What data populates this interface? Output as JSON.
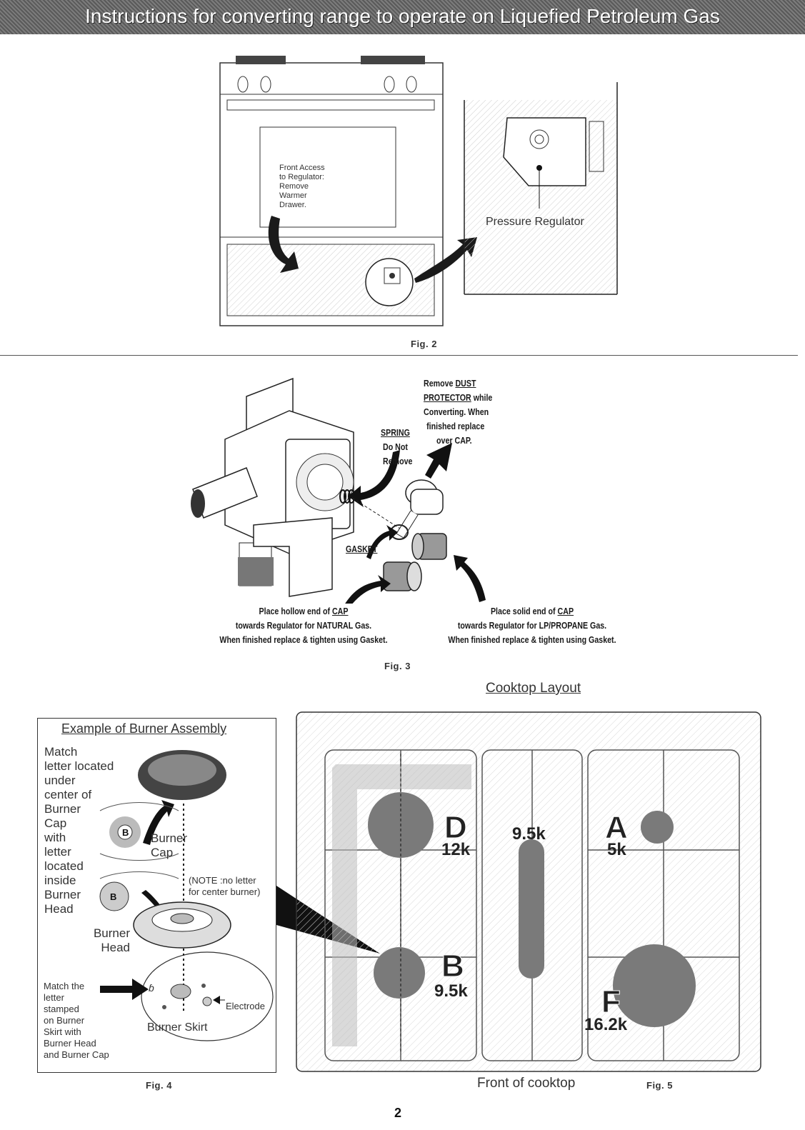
{
  "title": "Instructions for converting range to operate on Liquefied Petroleum Gas",
  "fig2": {
    "front_access_lines": [
      "Front Access",
      "to Regulator:",
      "Remove",
      "Warmer",
      "Drawer."
    ],
    "pressure_regulator": "Pressure Regulator",
    "caption": "Fig. 2"
  },
  "fig3": {
    "dust_lines": [
      "Remove ",
      "DUST",
      "PROTECTOR",
      " while",
      "Converting. When",
      "finished replace",
      "over CAP."
    ],
    "spring": "SPRING",
    "spring_note": [
      "Do Not",
      "Remove"
    ],
    "gasket": "GASKET",
    "natural_lines": [
      "Place hollow end of ",
      "CAP",
      "towards Regulator for NATURAL Gas.",
      "When finished replace & tighten using Gasket."
    ],
    "lp_lines": [
      "Place solid end of ",
      "CAP",
      "towards Regulator for LP/PROPANE Gas.",
      "When finished replace & tighten using Gasket."
    ],
    "caption": "Fig. 3"
  },
  "fig4": {
    "title": "Example of  Burner Assembly",
    "match_lines": [
      "Match",
      "letter located",
      "under",
      "center of",
      "Burner",
      "Cap",
      "with",
      "letter",
      "located",
      "inside",
      "Burner",
      "Head"
    ],
    "burner_cap": [
      "Burner",
      "Cap"
    ],
    "note": [
      "(NOTE :no letter",
      "for center burner)"
    ],
    "burner_head": [
      "Burner",
      "Head"
    ],
    "match_stamped": [
      "Match the",
      "letter",
      "stamped",
      "on Burner",
      "Skirt with",
      "Burner Head",
      "and Burner Cap"
    ],
    "electrode": "Electrode",
    "burner_skirt": "Burner Skirt",
    "letter_b": "B",
    "caption": "Fig. 4"
  },
  "fig5": {
    "title": "Cooktop Layout",
    "burners": [
      {
        "letter": "D",
        "rating": "12k"
      },
      {
        "letter": "",
        "rating": "9.5k"
      },
      {
        "letter": "A",
        "rating": "5k"
      },
      {
        "letter": "B",
        "rating": "9.5k"
      },
      {
        "letter": "F",
        "rating": "16.2k"
      }
    ],
    "front": "Front of cooktop",
    "caption": "Fig. 5"
  },
  "page_number": "2"
}
